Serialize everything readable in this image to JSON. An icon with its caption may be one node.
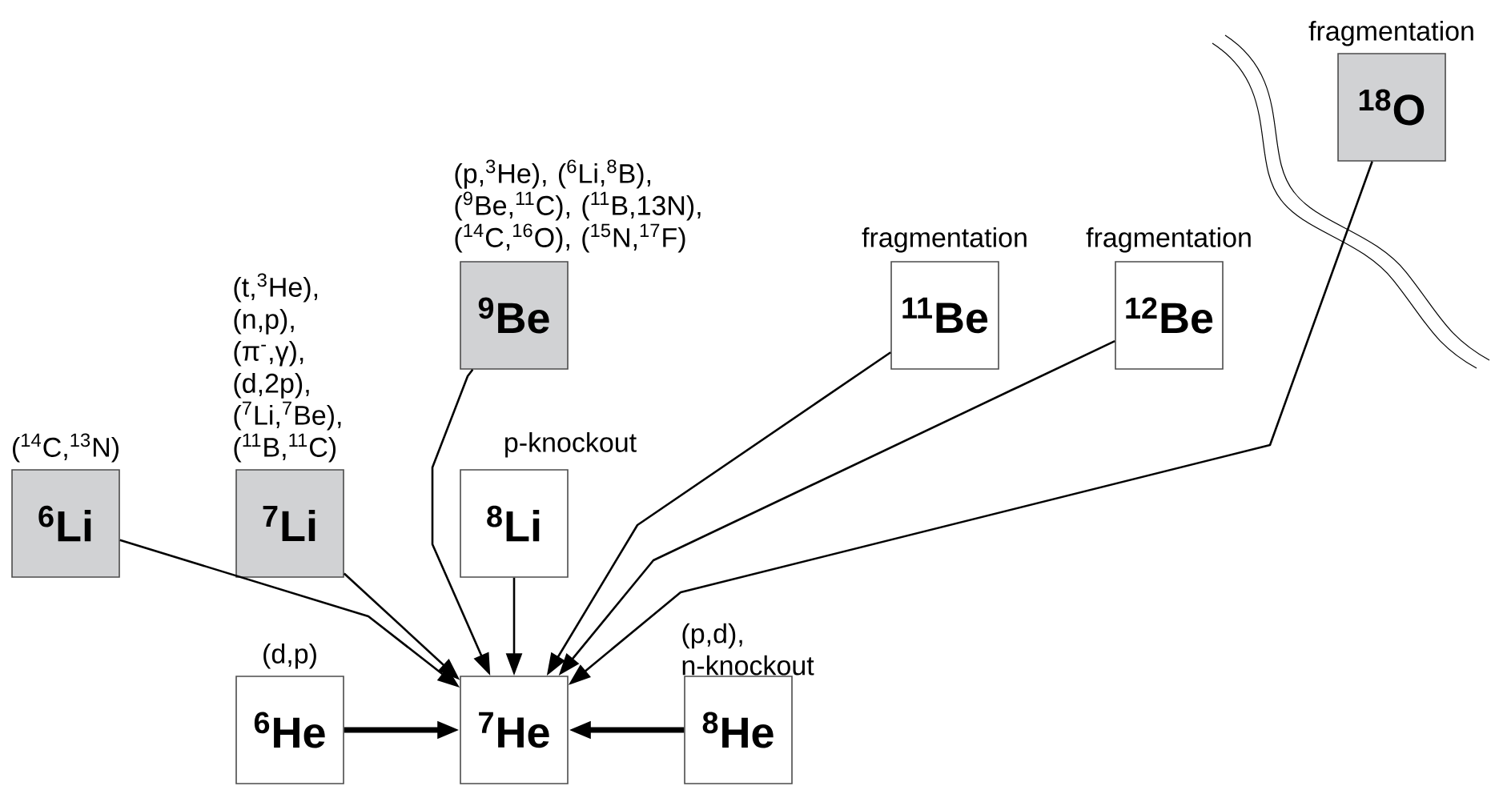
{
  "diagram": {
    "nodes": [
      {
        "text": [
          "$^{18}$O"
        ],
        "beside": [
          "fragmentation"
        ]
      },
      {
        "text": [
          "$^{9}$Be"
        ],
        "beside": [
          "(p,$^{3}$He), ($^{6}$Li,$^{8}$B), ($^{9}$Be,$^{11}$C), ($^{11}$B,13N), ($^{14}$C,$^{16}$O), ($^{15}$N,$^{17}$F)"
        ]
      },
      {
        "text": [
          "$^{11}$Be"
        ],
        "beside": [
          "fragmentation"
        ]
      },
      {
        "text": [
          "$^{12}$Be"
        ],
        "beside": [
          "fragmentation"
        ]
      },
      {
        "text": [
          "$^{6}$Li"
        ],
        "beside": [
          "($^{14}$C,$^{13}$N)"
        ]
      },
      {
        "text": [
          "$^{7}$Li"
        ],
        "beside": [
          "(t,$^{3}$He), (n,p), (π$^{-}$,γ), (d,2p), ($^{7}$Li,$^{7}$Be), ($^{11}$B,$^{11}$C)"
        ]
      },
      {
        "text": [
          "$^{8}$Li"
        ],
        "beside": [
          "p-knockout"
        ]
      },
      {
        "text": [
          "$^{6}$He"
        ],
        "beside": [
          "(d,p)"
        ]
      },
      {
        "text": [
          "$^{7}$He"
        ]
      },
      {
        "text": [
          "$^{8}$He"
        ],
        "beside": [
          "(p,d), n-knockout"
        ]
      }
    ],
    "edges": [
      {
        "from": 4,
        "to": 8,
        "arrow": "to"
      },
      {
        "from": 5,
        "to": 8,
        "arrow": "to"
      },
      {
        "from": 1,
        "to": 8,
        "arrow": "to"
      },
      {
        "from": 6,
        "to": 8,
        "arrow": "to"
      },
      {
        "from": 2,
        "to": 8,
        "arrow": "to"
      },
      {
        "from": 3,
        "to": 8,
        "arrow": "to"
      },
      {
        "from": 0,
        "to": 8,
        "arrow": "to"
      },
      {
        "from": 7,
        "to": 8,
        "arrow": "to",
        "style": "thick"
      },
      {
        "from": 9,
        "to": 8,
        "arrow": "to",
        "style": "thick"
      }
    ]
  }
}
